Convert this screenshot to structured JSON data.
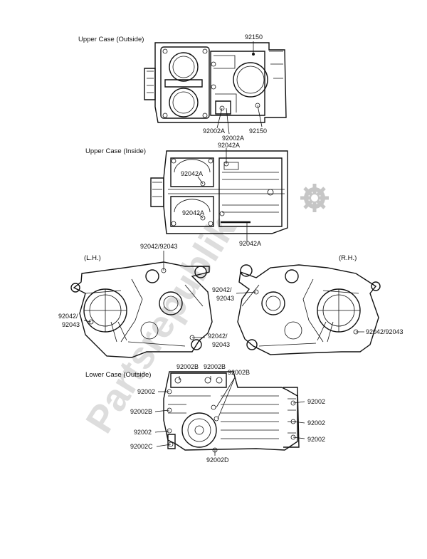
{
  "sections": {
    "upper_outside": "Upper Case (Outside)",
    "upper_inside": "Upper Case (Inside)",
    "left_side": "(L.H.)",
    "right_side": "(R.H.)",
    "lower_outside": "Lower Case (Outside)"
  },
  "watermark": "Partsrepublik",
  "labels": {
    "uo_92150_top": "92150",
    "uo_92002a_1": "92002A",
    "uo_92002a_2": "92002A",
    "uo_92150_bottom": "92150",
    "ui_92042a_top": "92042A",
    "ui_92042a_1": "92042A",
    "ui_92042a_2": "92042A",
    "ui_92042a_bottom": "92042A",
    "lh_92042_92043_top": "92042/92043",
    "lh_92042_left_1": "92042/",
    "lh_92043_left_2": "92043",
    "lh_92042_bottom_1": "92042/",
    "lh_92043_bottom_2": "92043",
    "rh_92042_1": "92042/",
    "rh_92043_2": "92043",
    "rh_92042_92043_right": "92042/92043",
    "lo_92002b_1": "92002B",
    "lo_92002b_2": "92002B",
    "lo_92002b_3": "92002B",
    "lo_92002_left_1": "92002",
    "lo_92002b_left": "92002B",
    "lo_92002_left_2": "92002",
    "lo_92002c": "92002C",
    "lo_92002d": "92002D",
    "lo_92002_right_1": "92002",
    "lo_92002_right_2": "92002",
    "lo_92002_right_3": "92002"
  }
}
